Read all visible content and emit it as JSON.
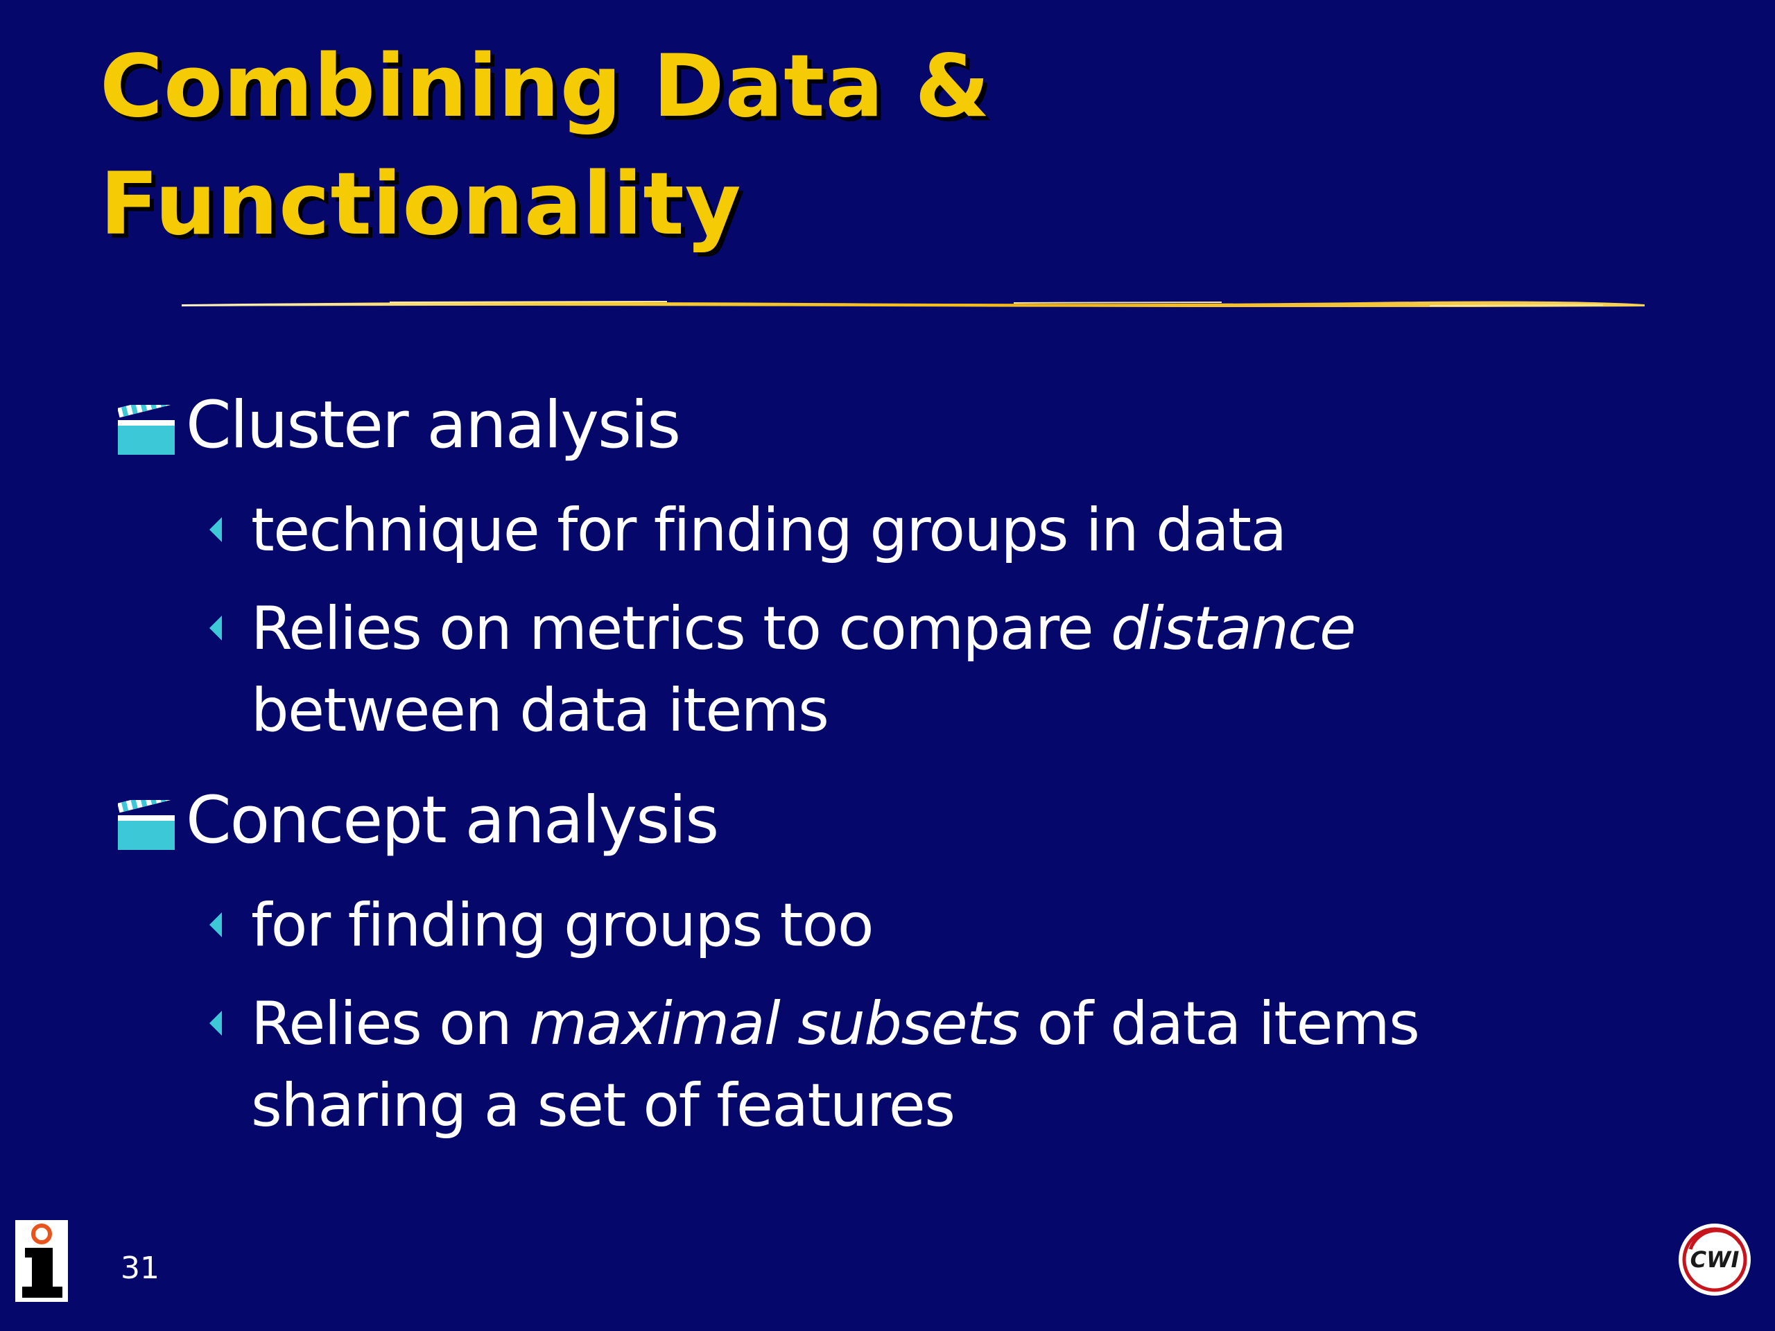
{
  "slide": {
    "title_lines": [
      "Combining Data &",
      "Functionality"
    ],
    "bullets": [
      {
        "label": "Cluster analysis",
        "sub": [
          {
            "text": "technique for finding groups in data"
          },
          {
            "pre": "Relies on metrics to compare ",
            "em": "distance",
            "post": "",
            "line2": "between data items"
          }
        ]
      },
      {
        "label": "Concept analysis",
        "sub": [
          {
            "text": "for finding groups too"
          },
          {
            "pre": "Relies on ",
            "em": "maximal subsets",
            "post": " of data items",
            "line2": "sharing a set of features"
          }
        ]
      }
    ],
    "page_number": "31",
    "logos": {
      "left": "info-logo",
      "right": "CWI"
    }
  },
  "colors": {
    "background": "#05076a",
    "title": "#f5cb06",
    "text": "#ffffff",
    "bullet_icon": "#3cc8d6",
    "rule": "#f2b81a"
  }
}
